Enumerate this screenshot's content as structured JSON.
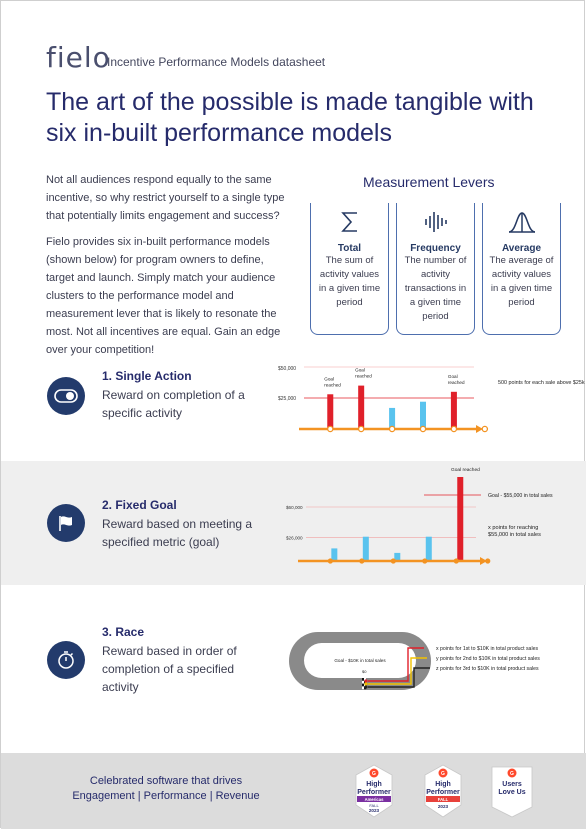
{
  "header": {
    "logo": "fielo",
    "doc_title": "Incentive Performance Models datasheet",
    "headline": "The art of the possible is made tangible with six in-built performance models"
  },
  "intro": {
    "p1": "Not all audiences respond equally to the same incentive, so why restrict yourself to a single type that potentially limits engagement and success?",
    "p2": "Fielo provides six in-built performance models (shown below) for program owners to define, target and launch. Simply match your audience clusters to the performance model and measurement lever that is likely to resonate the most. Not all incentives are equal. Gain an edge over your competition!"
  },
  "levers": {
    "title": "Measurement Levers",
    "items": [
      {
        "icon": "sigma-icon",
        "label": "Total",
        "desc": "The sum of activity values in a given time period"
      },
      {
        "icon": "waveform-icon",
        "label": "Frequency",
        "desc": "The number of activity transactions in a given time period"
      },
      {
        "icon": "bell-curve-icon",
        "label": "Average",
        "desc": "The average of activity values in a given time period"
      }
    ]
  },
  "models": [
    {
      "title": "1. Single Action",
      "desc": "Reward on completion of a specific activity",
      "icon": "toggle-icon"
    },
    {
      "title": "2. Fixed Goal",
      "desc": "Reward based on meeting a specified metric (goal)",
      "icon": "flag-icon"
    },
    {
      "title": "3. Race",
      "desc": "Reward based in order of completion of a specified activity",
      "icon": "stopwatch-icon"
    }
  ],
  "chart_data": [
    {
      "type": "bar",
      "y_ticks": [
        "$50,000",
        "$25,000"
      ],
      "ylim": [
        0,
        50000
      ],
      "values": [
        28000,
        35000,
        17000,
        22000,
        30000
      ],
      "colors": [
        "#e0202a",
        "#e0202a",
        "#59c3ee",
        "#59c3ee",
        "#e0202a"
      ],
      "bar_labels": [
        "Goal reached",
        "Goal reached",
        "",
        "",
        "Goal reached"
      ],
      "threshold": 25000,
      "annotation": "500 points for each sale above $25k"
    },
    {
      "type": "bar",
      "y_ticks": [
        "$60,000",
        "$26,000"
      ],
      "ylim": [
        0,
        60000
      ],
      "values": [
        14000,
        27000,
        9000,
        27000,
        80000
      ],
      "colors": [
        "#59c3ee",
        "#59c3ee",
        "#59c3ee",
        "#59c3ee",
        "#e0202a"
      ],
      "top_label": "Goal reached",
      "goal_label": "Goal - $55,000 in total sales",
      "annotation": "x points for reaching $55,000 in total sales"
    },
    {
      "type": "race",
      "track_label": "Goal - $10K in total sales",
      "annotations": [
        "x points for 1st to $10K in total product sales",
        "y points for 2nd to $10K in total product sales",
        "z points for 3rd to $10K in total product sales"
      ]
    }
  ],
  "footer": {
    "line1": "Celebrated software that drives",
    "line2": "Engagement | Performance | Revenue",
    "badges": [
      {
        "l1": "High",
        "l2": "Performer",
        "ribbon": "Americas",
        "season": "FALL",
        "year": "2023",
        "ribbon_color": "#7a2fa1"
      },
      {
        "l1": "High",
        "l2": "Performer",
        "ribbon": "FALL",
        "season": "",
        "year": "2023",
        "ribbon_color": "#e8413b"
      },
      {
        "l1": "Users",
        "l2": "Love Us",
        "ribbon": "",
        "season": "",
        "year": "",
        "ribbon_color": ""
      }
    ]
  }
}
